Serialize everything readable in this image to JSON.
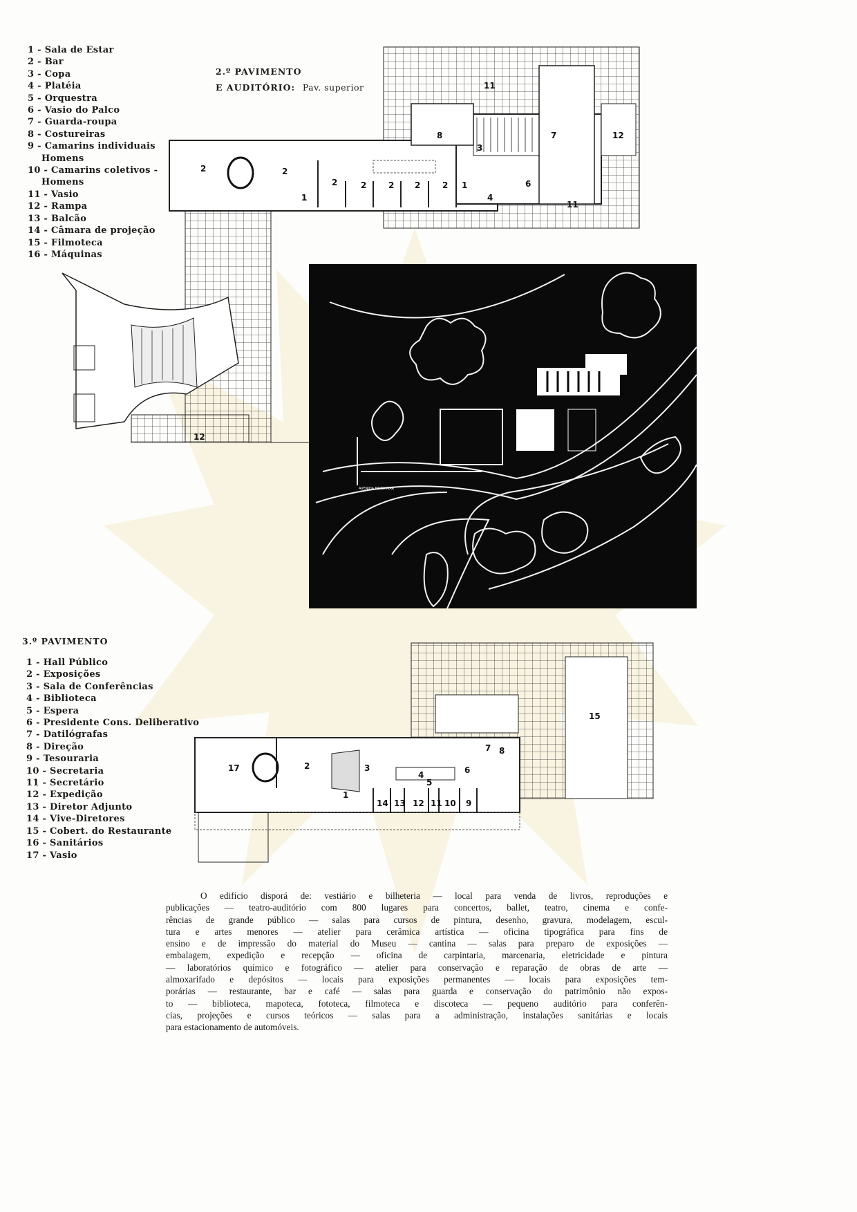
{
  "plan_2": {
    "title": "2.º PAVIMENTO",
    "subtitle_label": "E AUDITÓRIO:",
    "subtitle_value": "Pav. superior",
    "legend": [
      "1 - Sala de Estar",
      "2 - Bar",
      "3 - Copa",
      "4 - Platéia",
      "5 - Orquestra",
      "6 - Vasio do Palco",
      "7 - Guarda-roupa",
      "8 - Costureiras",
      "9 - Camarins individuais",
      "Homens",
      "10 - Camarins coletivos -",
      "Homens",
      "11 - Vasio",
      "12 - Rampa",
      "13 - Balcão",
      "14 - Câmara de projeção",
      "15 - Filmoteca",
      "16 - Máquinas"
    ],
    "room_numbers": [
      "2",
      "2",
      "1",
      "2",
      "2",
      "2",
      "2",
      "2",
      "1",
      "3",
      "4",
      "6",
      "7",
      "8",
      "12",
      "12",
      "11",
      "11"
    ]
  },
  "site_plan": {
    "street_label": "AVENIDA BEIRA MAR"
  },
  "plan_3": {
    "title": "3.º PAVIMENTO",
    "legend": [
      "1 - Hall Público",
      "2 - Exposições",
      "3 - Sala de Conferências",
      "4 - Biblioteca",
      "5 - Espera",
      "6 - Presidente Cons. Deliberativo",
      "7 - Datilógrafas",
      "8 - Direção",
      "9 - Tesouraria",
      "10 - Secretaria",
      "11 - Secretário",
      "12 - Expedição",
      "13 - Diretor Adjunto",
      "14 - Vive-Diretores",
      "15 - Cobert. do Restaurante",
      "16 - Sanitários",
      "17 - Vasio"
    ],
    "room_numbers": [
      "17",
      "2",
      "1",
      "3",
      "4",
      "5",
      "6",
      "7",
      "8",
      "14",
      "13",
      "12",
      "11",
      "10",
      "9",
      "15"
    ]
  },
  "description": [
    "O edifício disporá de: vestiário e bilheteria — local para venda de livros, reproduções e",
    "publicações — teatro-auditório com 800 lugares para concertos, ballet, teatro, cinema e confe-",
    "rências de grande público — salas para cursos de pintura, desenho, gravura, modelagem, escul-",
    "tura e artes menores — atelier para cerâmica artística — oficina tipográfica para fins de",
    "ensino e de impressão do material do Museu — cantina — salas para preparo de exposições —",
    "embalagem, expedição e recepção — oficina de carpintaria, marcenaria, eletricidade e pintura",
    "— laboratórios químico e fotográfico — atelier para conservação e reparação de obras de arte —",
    "almoxarifado e depósitos — locais para exposições permanentes — locais para exposições tem-",
    "porárias — restaurante, bar e café — salas para guarda e conservação do patrimônio não expos-",
    "to — biblioteca, mapoteca, fototeca, filmoteca e discoteca — pequeno auditório para conferên-",
    "cias, projeções e cursos teóricos — salas para a administração, instalações sanitárias e locais",
    "para estacionamento de automóveis."
  ]
}
